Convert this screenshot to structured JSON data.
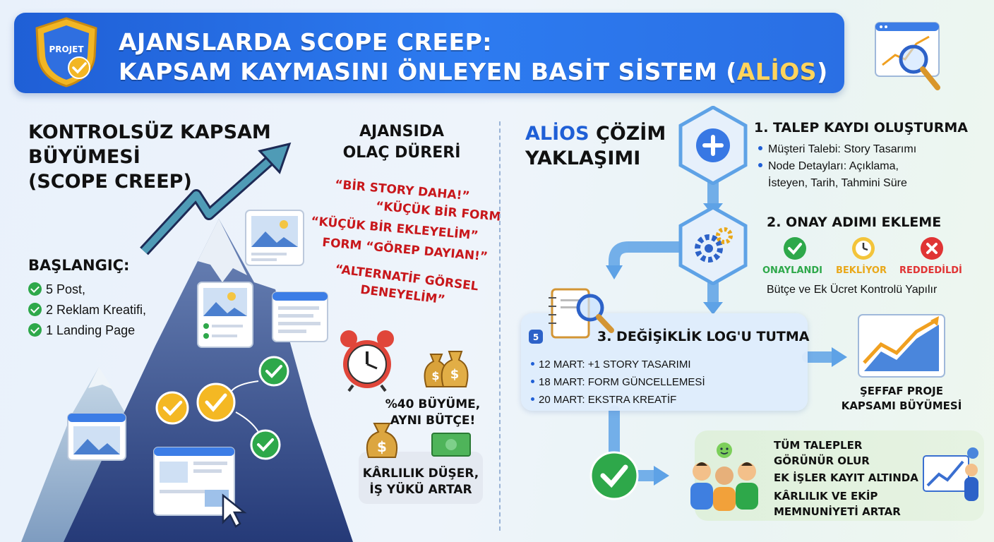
{
  "header": {
    "line1": "AJANSLARDA SCOPE CREEP:",
    "line2_prefix": "KAPSAM KAYMASINI ÖNLEYEN BASİT SİSTEM (",
    "line2_accent": "ALİOS",
    "line2_suffix": ")",
    "badge_label": "PROJET"
  },
  "left": {
    "title_lines": [
      "KONTROLSÜZ KAPSAM",
      "BÜYÜMESİ",
      "(SCOPE CREEP)"
    ],
    "start_label": "BAŞLANGIÇ:",
    "start_items": [
      "5 Post,",
      "2 Reklam Kreatifi,",
      "1 Landing Page"
    ],
    "middle_title_lines": [
      "AJANSIDA",
      "OLAÇ DÜRERİ"
    ],
    "quotes": [
      "“BİR STORY DAHA!”",
      "“KÜÇÜK BİR FORM",
      "“KÜÇÜK BİR  EKLEYELİM”",
      "FORM “GÖREP DAYIAN!”",
      "“ALTERNATİF GÖRSEL",
      "DENEYELİM”"
    ],
    "note_budget": [
      "%40 BÜYÜME,",
      "AYNI BÜTÇE!"
    ],
    "note_profit": [
      "KÂRLILIK DÜŞER,",
      "İŞ YÜKÜ ARTAR"
    ]
  },
  "right": {
    "title_accent": "ALİOS",
    "title_rest": " ÇÖZİM",
    "title_line2": "YAKLAŞIMI",
    "step1": {
      "title": "1. TALEP KAYDI OLUŞTURMA",
      "bullets": [
        "Müşteri Talebi: Story Tasarımı",
        "Node Detayları: Açıklama,",
        "İsteyen, Tarih, Tahmini Süre"
      ]
    },
    "step2": {
      "title": "2. ONAY ADIMI EKLEME",
      "statuses": [
        {
          "label": "ONAYLANDI",
          "color": "#2ea84a"
        },
        {
          "label": "BEKLİYOR",
          "color": "#e9a81a"
        },
        {
          "label": "REDDEDİLDİ",
          "color": "#e03434"
        }
      ],
      "note": "Bütçe ve Ek Ücret Kontrolü Yapılır"
    },
    "step3": {
      "title": "3. DEĞİŞİKLİK LOG'U TUTMA",
      "items": [
        "12 MART: +1 STORY TASARIMI",
        "18 MART: FORM GÜNCELLEMESİ",
        "20 MART: EKSTRA KREATİF"
      ]
    },
    "growth_label": [
      "ŞEFFAF PROJE",
      "KAPSAMI BÜYÜMESİ"
    ],
    "outcomes": [
      "TÜM TALEPLER",
      "GÖRÜNÜR OLUR",
      "EK İŞLER KAYIT ALTINDA",
      "KÂRLILIK VE EKİP",
      "MEMNUNİYETİ ARTAR"
    ]
  },
  "colors": {
    "banner": "#2d7bf0",
    "accent_yellow": "#ffd45c",
    "quote_red": "#c8171b",
    "brand_blue": "#1f5fd6",
    "success_green": "#2ea84a"
  }
}
